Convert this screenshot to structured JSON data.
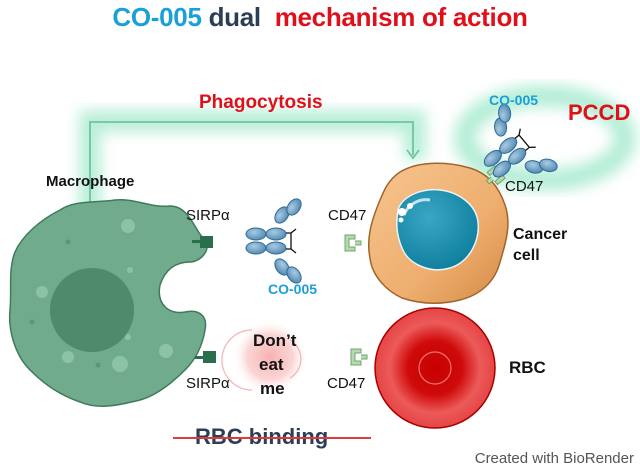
{
  "title": {
    "part1": "CO-005",
    "part2": "dual",
    "part3": "mechanism of action",
    "colors": {
      "blue": "#1aa0d8",
      "dark": "#2c3e55",
      "red": "#e0101a"
    }
  },
  "labels": {
    "phagocytosis": "Phagocytosis",
    "pccd": "PCCD",
    "co005_top": "CO-005",
    "co005_mid": "CO-005",
    "macrophage": "Macrophage",
    "sirpa_top": "SIRPα",
    "sirpa_bottom": "SIRPα",
    "cd47_top": "CD47",
    "cd47_mid": "CD47",
    "cd47_bottom": "CD47",
    "cancer_line1": "Cancer",
    "cancer_line2": "cell",
    "dont_eat_line1": "Don’t",
    "dont_eat_line2": "eat",
    "dont_eat_line3": "me",
    "rbc": "RBC",
    "rbc_binding": "RBC binding",
    "credit": "Created with BioRender"
  },
  "icons": {
    "macrophage": "macrophage-cell-icon",
    "cancer_cell": "cancer-cell-icon",
    "rbc": "red-blood-cell-icon",
    "antibody": "antibody-icon",
    "cd47_receptor": "cd47-receptor-icon",
    "sirpa_receptor": "sirpa-receptor-icon"
  }
}
